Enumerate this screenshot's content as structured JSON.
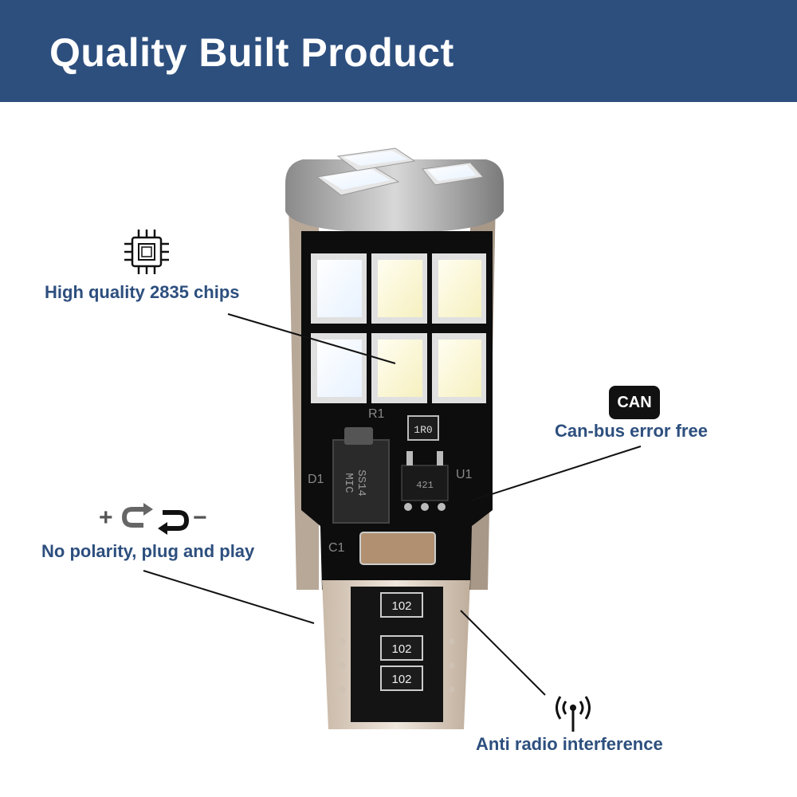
{
  "banner": {
    "title": "Quality Built Product"
  },
  "features": {
    "chips": {
      "label": "High quality 2835 chips",
      "icon": "chip-icon"
    },
    "canbus": {
      "label": "Can-bus error free",
      "badge": "CAN"
    },
    "polarity": {
      "label": "No polarity, plug and play",
      "plus": "+",
      "minus": "−",
      "icon": "polarity-arrows-icon"
    },
    "radio": {
      "label": "Anti radio interference",
      "icon": "radio-signal-icon"
    }
  },
  "product": {
    "resistors": [
      "102",
      "102",
      "102"
    ],
    "top_resistor": "1R0",
    "diode": [
      "SS14",
      "MIC"
    ],
    "ic": "421",
    "silk": {
      "r1": "R1",
      "d1": "D1",
      "u1": "U1",
      "c1": "C1"
    }
  },
  "colors": {
    "banner": "#2d4f7e",
    "label": "#2d4f7e"
  }
}
